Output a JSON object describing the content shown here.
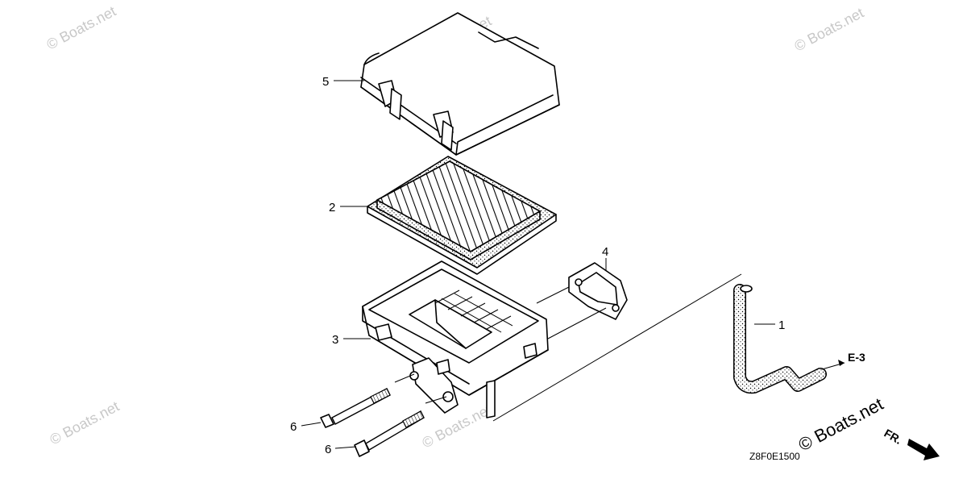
{
  "diagram": {
    "callouts": {
      "c1": "1",
      "c2": "2",
      "c3": "3",
      "c4": "4",
      "c5": "5",
      "c6a": "6",
      "c6b": "6"
    },
    "reference": "E-3",
    "direction": "FR.",
    "code": "Z8F0E1500",
    "brand": "© Boats.net",
    "watermark": "© Boats.net"
  }
}
